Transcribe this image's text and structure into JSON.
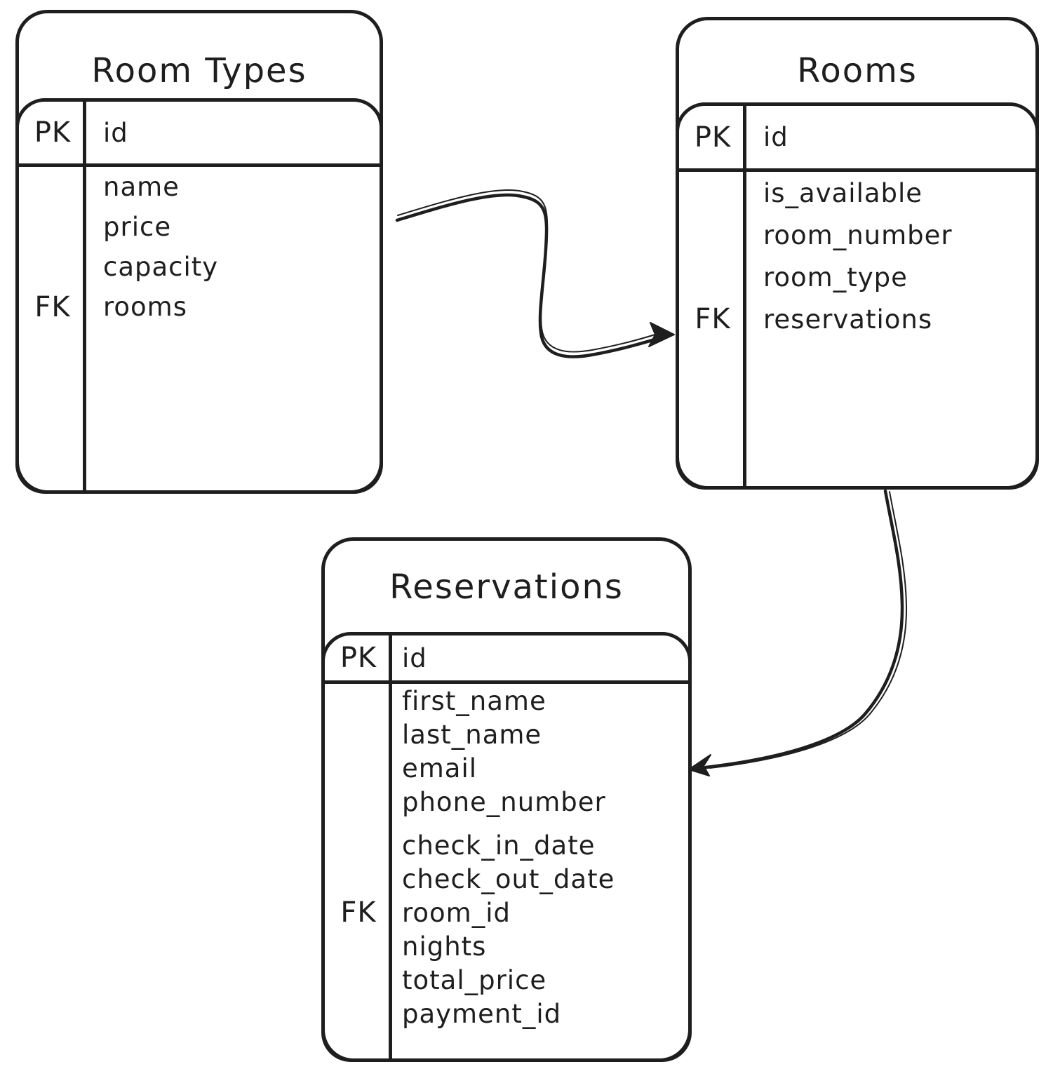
{
  "diagram": {
    "kind": "entity-relationship",
    "background_color": "#ffffff",
    "stroke_color": "#1e1e1e",
    "tables": [
      {
        "id": "room_types",
        "title": "Room Types",
        "pk": {
          "key": "PK",
          "field": "id"
        },
        "rows": [
          {
            "key": "",
            "field": "name"
          },
          {
            "key": "",
            "field": "price"
          },
          {
            "key": "",
            "field": "capacity"
          },
          {
            "key": "FK",
            "field": "rooms"
          }
        ]
      },
      {
        "id": "rooms",
        "title": "Rooms",
        "pk": {
          "key": "PK",
          "field": "id"
        },
        "rows": [
          {
            "key": "",
            "field": "is_available"
          },
          {
            "key": "",
            "field": "room_number"
          },
          {
            "key": "",
            "field": "room_type"
          },
          {
            "key": "FK",
            "field": "reservations"
          }
        ]
      },
      {
        "id": "reservations",
        "title": "Reservations",
        "pk": {
          "key": "PK",
          "field": "id"
        },
        "rows": [
          {
            "key": "",
            "field": "first_name"
          },
          {
            "key": "",
            "field": "last_name"
          },
          {
            "key": "",
            "field": "email"
          },
          {
            "key": "",
            "field": "phone_number"
          },
          {
            "key": "",
            "field": "check_in_date"
          },
          {
            "key": "",
            "field": "check_out_date"
          },
          {
            "key": "FK",
            "field": "room_id"
          },
          {
            "key": "",
            "field": "nights"
          },
          {
            "key": "",
            "field": "total_price"
          },
          {
            "key": "",
            "field": "payment_id"
          }
        ]
      }
    ],
    "relationships": [
      {
        "from": "Room Types",
        "to": "Rooms",
        "arrow_points_to": "Rooms"
      },
      {
        "from": "Rooms",
        "to": "Reservations",
        "arrow_points_to": "Reservations"
      }
    ]
  }
}
